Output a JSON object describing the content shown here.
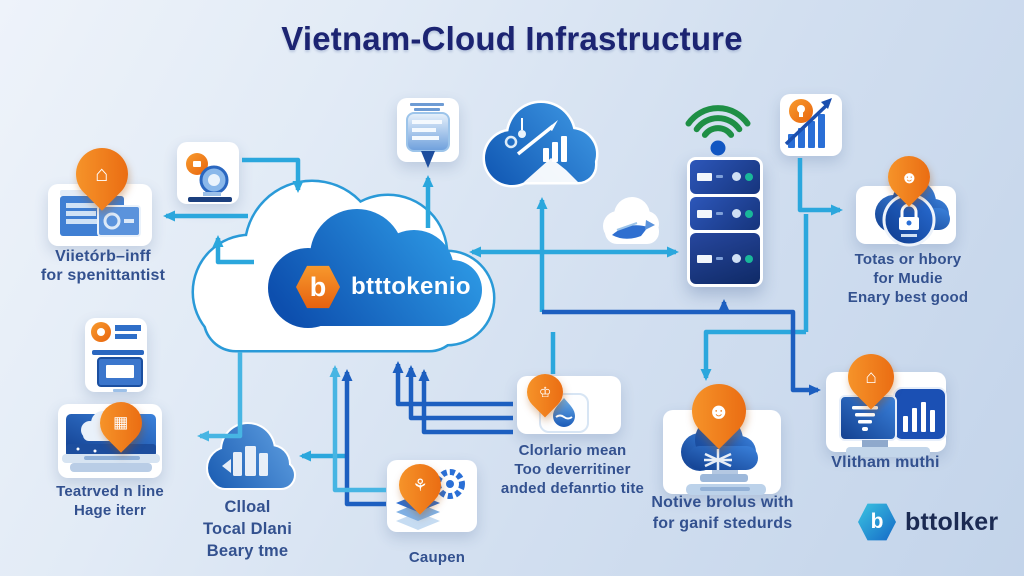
{
  "title": "Vietnam-Cloud Infrastructure",
  "center_cloud": {
    "brand": "btttokenio",
    "logo_letter": "b"
  },
  "footer": {
    "brand": "bttolker",
    "logo_letter": "b"
  },
  "labels": {
    "doc": [
      "Viietórb–inff",
      "for spenittantist"
    ],
    "totas": [
      "Totas or hbory",
      "for Mudie",
      "Enary best good"
    ],
    "teatrved": [
      "Teatrved n line",
      "Hage iterr"
    ],
    "cloal": [
      "Clloal",
      "Tocal Dlani",
      "Beary tme"
    ],
    "caupen": [
      "Caupen"
    ],
    "clorlario": [
      "Clorlario mean",
      "Too deverritiner",
      "anded defanrtio tite"
    ],
    "notive": [
      "Notive brolus with",
      "for ganif stedurds"
    ],
    "vlitham": [
      "Vlitham muthi"
    ]
  },
  "icons": {
    "pin_home": "⌂",
    "pin_user": "☻",
    "pin_doc": "▦",
    "pin_plant": "⚘",
    "pin_crown": "♔"
  },
  "colors": {
    "title_navy": "#1c2472",
    "label_blue": "#33518f",
    "line_teal": "#2ba7dd",
    "line_dark": "#1d5fc0",
    "line_light": "#47b5e3",
    "pin_orange": "#ef7a18",
    "wifi_green": "#1e8f45",
    "cloud_blue_dark": "#0d4fae",
    "cloud_blue_light": "#2e9be6"
  }
}
